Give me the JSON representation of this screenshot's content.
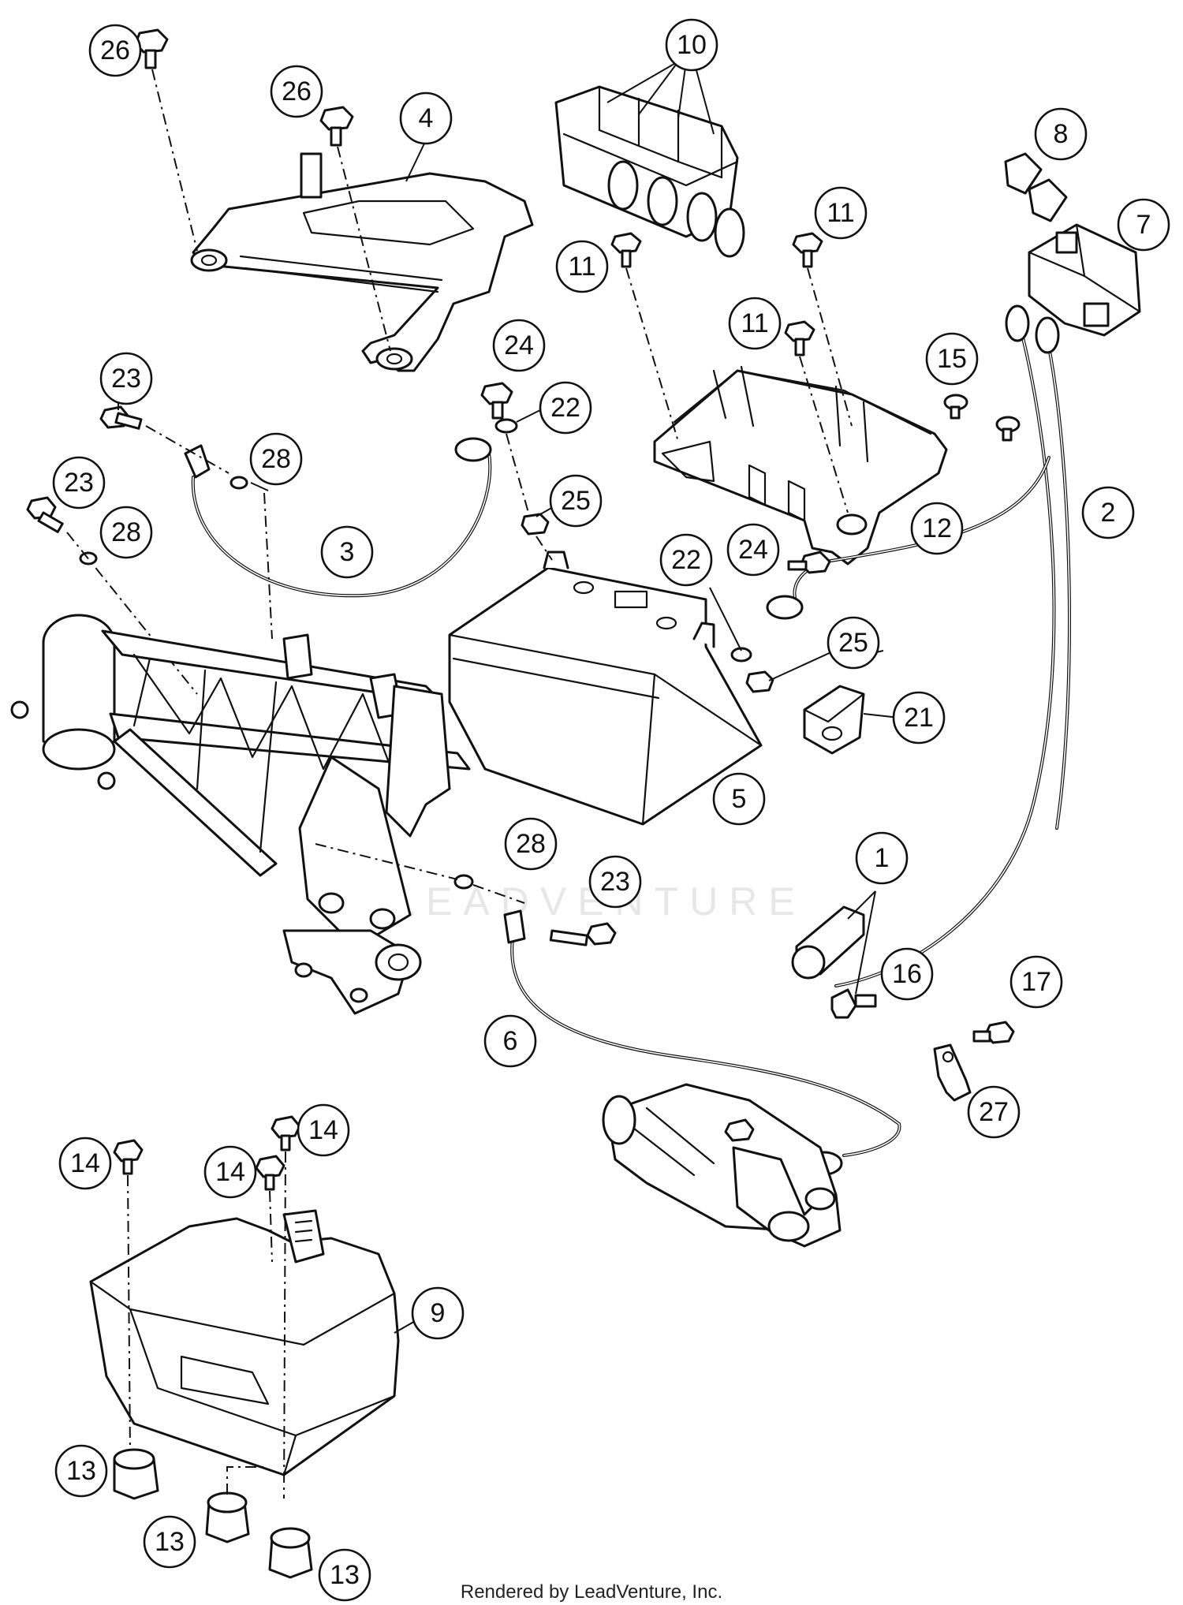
{
  "watermark": "LEADVENTURE",
  "credit": "Rendered by LeadVenture, Inc.",
  "callouts": {
    "c1": "1",
    "c2": "2",
    "c3": "3",
    "c4": "4",
    "c5": "5",
    "c6": "6",
    "c7": "7",
    "c8": "8",
    "c9": "9",
    "c10": "10",
    "c11a": "11",
    "c11b": "11",
    "c11c": "11",
    "c12": "12",
    "c13a": "13",
    "c13b": "13",
    "c13c": "13",
    "c14a": "14",
    "c14b": "14",
    "c14c": "14",
    "c15": "15",
    "c16": "16",
    "c17": "17",
    "c21": "21",
    "c22a": "22",
    "c22b": "22",
    "c23a": "23",
    "c23b": "23",
    "c23c": "23",
    "c24a": "24",
    "c24b": "24",
    "c25a": "25",
    "c25b": "25",
    "c26a": "26",
    "c26b": "26",
    "c27": "27",
    "c28a": "28",
    "c28b": "28",
    "c28c": "28"
  }
}
